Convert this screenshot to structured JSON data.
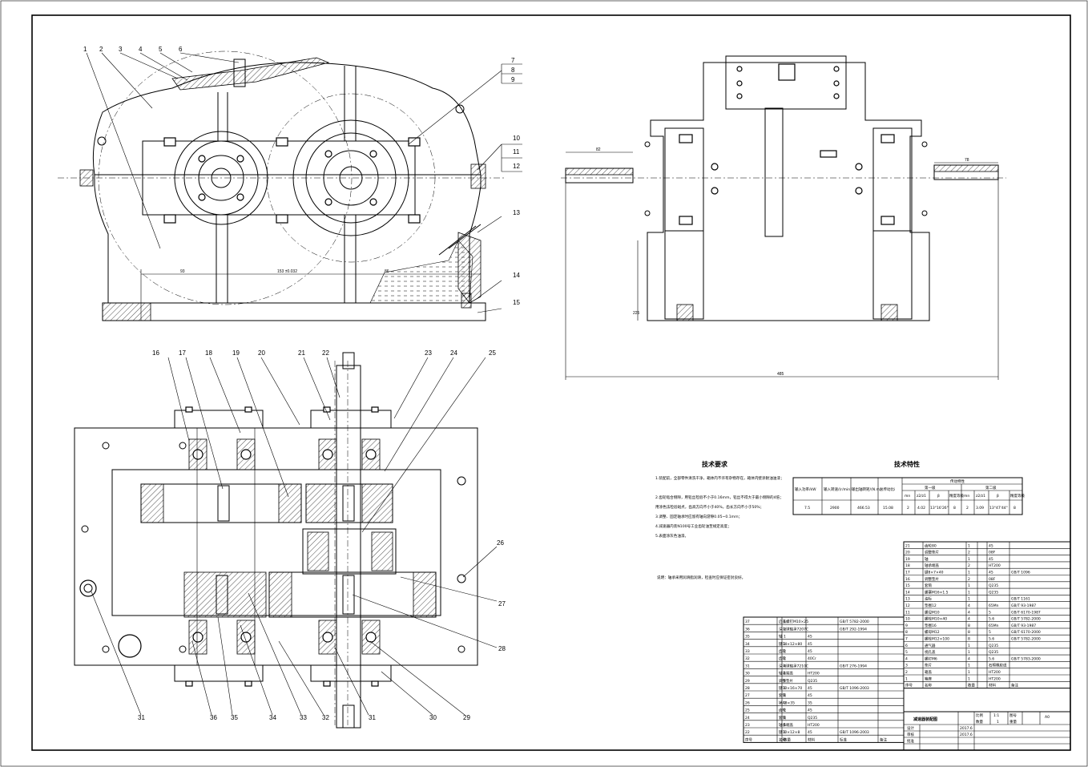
{
  "balloons_top": [
    "1",
    "2",
    "3",
    "4",
    "5",
    "6",
    "7",
    "8",
    "9",
    "10",
    "11",
    "12",
    "13",
    "14",
    "15"
  ],
  "balloons_bottom_top": [
    "16",
    "17",
    "18",
    "19",
    "20",
    "21",
    "22",
    "23",
    "24",
    "25"
  ],
  "balloons_bottom_right": [
    "26",
    "27",
    "28"
  ],
  "balloons_bottom_base": [
    "36",
    "35",
    "34",
    "33",
    "32",
    "31",
    "30",
    "29"
  ],
  "balloon_31_left": "31",
  "dimensions": {
    "front_a": "93",
    "front_b": "153 ±0.032",
    "front_c": "86",
    "side_left": "82",
    "side_right": "78",
    "side_total": "485",
    "side_height": "225"
  },
  "tech_requirements": {
    "title": "技术要求",
    "lines": [
      "1.装配前，全部零件清洗干净，箱体内不许有杂物存在，箱体内壁涂耐油油漆；",
      "2.齿轮啮合侧隙，用铅丝检验不小于0.16mm，铅丝不得大于最小侧隙的4倍；",
      "用涂色法检验斑点，齿高方向不小于40%，齿长方向不小于50%；",
      "3.调整、固定轴承时应留有轴向游隙0.05~0.1mm；",
      "4.减速器内装N100号工业齿轮油至规定高度；",
      "5.表面涂灰色油漆。"
    ],
    "note": "说明：轴承采用润滑脂润滑，检查时应保证密封良好。"
  },
  "tech_spec": {
    "title": "技术特性",
    "headers": [
      "输入功率/kW",
      "输入转速/(r/min)",
      "输出轴转矩/(N.m)",
      "总传动比i",
      "传动特性"
    ],
    "sub_headers": [
      "第一级",
      "第二级"
    ],
    "param_headers": [
      "mn",
      "z2/z1",
      "β",
      "精度等级",
      "mn",
      "z2/z1",
      "β",
      "精度等级"
    ],
    "values": [
      "7.5",
      "2900",
      "466.53",
      "15.08",
      "2",
      "4.02",
      "13°16'26\"",
      "8",
      "2",
      "3.09",
      "13°47'44\"",
      "8"
    ]
  },
  "parts_right": [
    [
      "21",
      "齿轮80",
      "1",
      "",
      "45",
      ""
    ],
    [
      "20",
      "调整垫片",
      "2",
      "",
      "08F",
      ""
    ],
    [
      "19",
      "轴",
      "1",
      "",
      "45",
      ""
    ],
    [
      "18",
      "轴承端盖",
      "2",
      "",
      "HT200",
      ""
    ],
    [
      "17",
      "键8×7×40",
      "1",
      "",
      "45",
      "GB/T 1096"
    ],
    [
      "16",
      "调整垫片",
      "2",
      "",
      "08F",
      ""
    ],
    [
      "15",
      "套筒",
      "1",
      "",
      "Q235",
      ""
    ],
    [
      "14",
      "螺塞M16×1.5",
      "1",
      "",
      "Q235",
      ""
    ],
    [
      "13",
      "油标",
      "1",
      "",
      "",
      "GB/T 1161"
    ],
    [
      "12",
      "垫圈12",
      "4",
      "",
      "65Mn",
      "GB/T 93-1987"
    ],
    [
      "11",
      "螺母M10",
      "4",
      "",
      "5",
      "GB/T 6170-1987"
    ],
    [
      "10",
      "螺栓M10×40",
      "4",
      "",
      "5.6",
      "GB/T 5782-2000"
    ],
    [
      "9",
      "垫圈16",
      "8",
      "",
      "65Mn",
      "GB/T 93-1987"
    ],
    [
      "8",
      "螺母M12",
      "8",
      "",
      "5",
      "GB/T 6170-2000"
    ],
    [
      "7",
      "螺栓M12×100",
      "8",
      "",
      "5.6",
      "GB/T 5782-2000"
    ],
    [
      "6",
      "通气器",
      "1",
      "",
      "Q235",
      ""
    ],
    [
      "5",
      "视孔盖",
      "1",
      "",
      "Q235",
      ""
    ],
    [
      "4",
      "螺钉M6",
      "4",
      "",
      "5.6",
      "GB/T 5783-2000"
    ],
    [
      "3",
      "垫片",
      "1",
      "",
      "石棉橡胶纸",
      ""
    ],
    [
      "2",
      "箱盖",
      "1",
      "",
      "HT200",
      ""
    ],
    [
      "1",
      "箱座",
      "1",
      "",
      "HT200",
      ""
    ]
  ],
  "parts_right_header": [
    "序号",
    "名称",
    "数量",
    "",
    "材料",
    "备注"
  ],
  "parts_left": [
    [
      "37",
      "启盖螺钉M10×25",
      "1",
      "",
      "GB/T 5782-2000",
      ""
    ],
    [
      "36",
      "深沟球轴承7207C",
      "2",
      "",
      "GB/T 292-1994",
      ""
    ],
    [
      "35",
      "轴",
      "1",
      "45",
      "",
      ""
    ],
    [
      "34",
      "键14×12×80",
      "1",
      "45",
      "",
      ""
    ],
    [
      "33",
      "齿轮",
      "1",
      "45",
      "",
      ""
    ],
    [
      "32",
      "齿轮",
      "1",
      "40Cr",
      "",
      ""
    ],
    [
      "31",
      "深沟球轴承7210C",
      "4",
      "",
      "GB/T 276-1994",
      ""
    ],
    [
      "30",
      "轴承端盖",
      "1",
      "HT200",
      "",
      ""
    ],
    [
      "29",
      "调整垫片",
      "1",
      "Q235",
      "",
      ""
    ],
    [
      "28",
      "键10×16×70",
      "1",
      "45",
      "GB/T 1096-2003",
      ""
    ],
    [
      "27",
      "套筒",
      "1",
      "45",
      "",
      ""
    ],
    [
      "26",
      "销A8×35",
      "2",
      "35",
      "",
      ""
    ],
    [
      "25",
      "齿轮",
      "1",
      "45",
      "",
      ""
    ],
    [
      "24",
      "套筒",
      "1",
      "Q235",
      "",
      ""
    ],
    [
      "23",
      "轴承端盖",
      "1",
      "HT200",
      "",
      ""
    ],
    [
      "22",
      "键10×12×8",
      "1",
      "45",
      "GB/T 1096-2003",
      ""
    ]
  ],
  "parts_left_footer": [
    "序号",
    "名称",
    "数量",
    "材料",
    "标准",
    "备注"
  ],
  "title_block": {
    "name": "减速器装配图",
    "scale_label": "比例",
    "scale": "1:1",
    "qty_label": "数量",
    "qty": "1",
    "sheet_label": "图号",
    "weight_label": "重量",
    "size": "A0",
    "designer": "设计",
    "checker": "审核",
    "approver": "批准",
    "date1": "2017.6",
    "date2": "2017.6"
  }
}
